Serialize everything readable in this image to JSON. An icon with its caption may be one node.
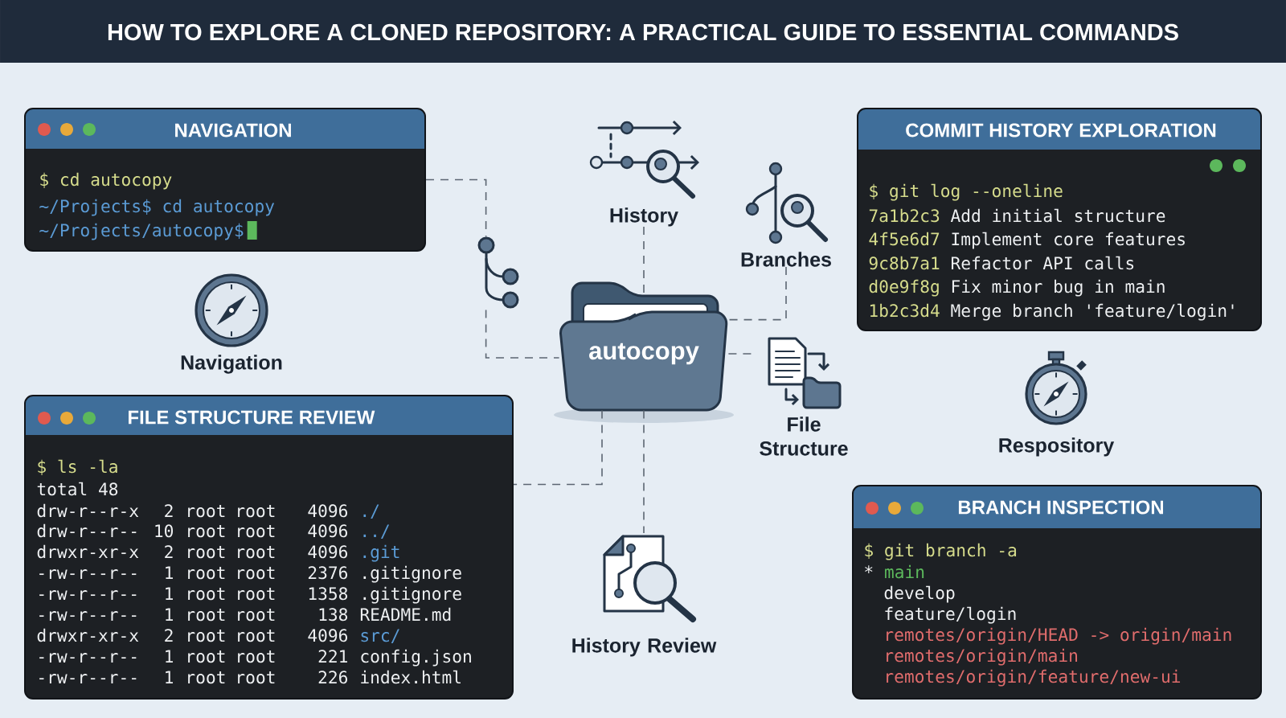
{
  "diagram": {
    "title": "HOW TO EXPLORE A CLONED REPOSITORY: A PRACTICAL GUIDE TO ESSENTIAL COMMANDS",
    "nodes": [
      {
        "text": [
          "NAVIGATION",
          "$ cd autocopy",
          "~/Projects$ cd autocopy",
          "~/Projects/autocopy$"
        ]
      },
      {
        "text": [
          "History"
        ]
      },
      {
        "text": [
          "COMMIT HISTORY EXPLORATION",
          "$ git log --oneline",
          "7a1b2c3",
          "Add initial structure",
          "4f5e6d7",
          "Implement core features",
          "9c8b7a1",
          "Refactor API calls",
          "d0e9f8g",
          "Fix minor bug in main",
          "1b2c3d4",
          "Merge branch 'feature/login'"
        ]
      },
      {
        "text": [
          "Branches"
        ]
      },
      {
        "text": [],
        "shape": "picture"
      },
      {
        "text": [
          "Navigation"
        ]
      },
      {
        "text": [
          "autocopy"
        ]
      },
      {
        "text": [
          "File Structure"
        ]
      },
      {
        "text": [
          "Respository"
        ]
      },
      {
        "text": [
          "FILE STRUCTURE REVIEW",
          "$ ls -la",
          "total 48",
          "drw-r--r-x",
          "2",
          "root",
          "root",
          "4096",
          "./",
          "drw-r--r--",
          "10",
          "root",
          "root",
          "4096",
          "../",
          "drwxr-xr-x",
          "2",
          "root",
          "root",
          "4096",
          ".git",
          "-rw-r--r--",
          "1",
          "root",
          "root",
          "2376",
          ".gitignore",
          "-rw-r--r--",
          "1",
          "root",
          "root",
          "1358",
          ".gitignore",
          "-rw-r--r--",
          "1",
          "root",
          "root",
          "138",
          "README.md",
          "drwxr-xr-x",
          "2",
          "root",
          "root",
          "4096",
          "src/",
          "-rw-r--r--",
          "1",
          "root",
          "root",
          "221",
          "config.json",
          "-rw-r--r--",
          "1",
          "root",
          "root",
          "226",
          "index.html"
        ]
      },
      {
        "text": [
          "BRANCH INSPECTION",
          "$ git branch -a",
          "*",
          "main",
          "develop",
          "feature/login",
          "remotes/origin/HEAD -> origin/main",
          "remotes/origin/main",
          "remotes/origin/feature/new-ui"
        ]
      },
      {
        "text": [
          "History Review"
        ]
      }
    ],
    "edges": [
      {
        "from": 0,
        "to": 4,
        "arrow": "none",
        "style": "dashed"
      },
      {
        "from": 4,
        "to": 6,
        "arrow": "none",
        "style": "dashed"
      },
      {
        "from": 1,
        "to": 6,
        "arrow": "none",
        "style": "dashed"
      },
      {
        "from": 3,
        "to": 6,
        "arrow": "none",
        "style": "dashed"
      },
      {
        "from": 6,
        "to": 7,
        "arrow": "none",
        "style": "dashed"
      },
      {
        "from": 6,
        "to": 9,
        "arrow": "none",
        "style": "dashed"
      },
      {
        "from": 6,
        "to": 11,
        "arrow": "none",
        "style": "dashed"
      }
    ]
  }
}
